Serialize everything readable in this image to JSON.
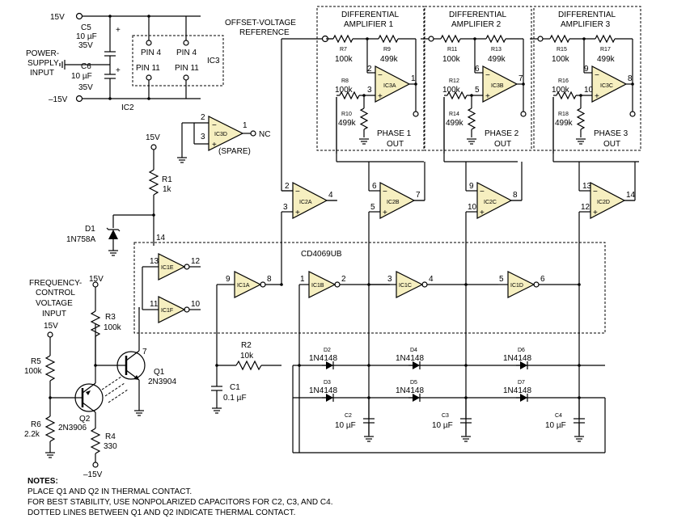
{
  "supply": {
    "pos": "15V",
    "neg": "–15V",
    "c5": "C5",
    "c5v": "10 µF",
    "c5r": "35V",
    "c6": "C6",
    "c6v": "10 µF",
    "c6r": "35V",
    "input_label_1": "POWER-",
    "input_label_2": "SUPPLY",
    "input_label_3": "INPUT",
    "ic2": "IC2",
    "ic3": "IC3",
    "pin4a": "PIN 4",
    "pin4b": "PIN 4",
    "pin11a": "PIN 11",
    "pin11b": "PIN 11"
  },
  "spare": {
    "name": "IC3D",
    "label": "(SPARE)",
    "nc": "NC",
    "p1": "1",
    "p2": "2",
    "p3": "3"
  },
  "offset": {
    "line1": "OFFSET-VOLTAGE",
    "line2": "REFERENCE"
  },
  "amps": [
    {
      "title1": "DIFFERENTIAL",
      "title2": "AMPLIFIER 1",
      "ic": "IC3A",
      "ra": "R7",
      "rav": "100k",
      "rb": "R9",
      "rbv": "499k",
      "rc": "R8",
      "rcv": "100k",
      "rd": "R10",
      "rdv": "499k",
      "pin_in_n": "2",
      "pin_in_p": "3",
      "pin_out": "1",
      "phase1": "PHASE 1",
      "phase2": "OUT"
    },
    {
      "title1": "DIFFERENTIAL",
      "title2": "AMPLIFIER 2",
      "ic": "IC3B",
      "ra": "R11",
      "rav": "100k",
      "rb": "R13",
      "rbv": "499k",
      "rc": "R12",
      "rcv": "100k",
      "rd": "R14",
      "rdv": "499k",
      "pin_in_n": "6",
      "pin_in_p": "5",
      "pin_out": "7",
      "phase1": "PHASE 2",
      "phase2": "OUT"
    },
    {
      "title1": "DIFFERENTIAL",
      "title2": "AMPLIFIER 3",
      "ic": "IC3C",
      "ra": "R15",
      "rav": "100k",
      "rb": "R17",
      "rbv": "499k",
      "rc": "R16",
      "rcv": "100k",
      "rd": "R18",
      "rdv": "499k",
      "pin_in_n": "9",
      "pin_in_p": "10",
      "pin_out": "8",
      "phase1": "PHASE 3",
      "phase2": "OUT"
    }
  ],
  "buffers": [
    {
      "ic": "IC2A",
      "pn": "2",
      "pp": "3",
      "po": "4"
    },
    {
      "ic": "IC2B",
      "pn": "6",
      "pp": "5",
      "po": "7"
    },
    {
      "ic": "IC2C",
      "pn": "9",
      "pp": "10",
      "po": "8"
    },
    {
      "ic": "IC2D",
      "pn": "13",
      "pp": "12",
      "po": "14"
    }
  ],
  "hex": {
    "name": "CD4069UB",
    "pin14": "14",
    "ie": "IC1E",
    "ie_in": "13",
    "ie_out": "12",
    "if": "IC1F",
    "if_in": "11",
    "if_out": "10",
    "ia": "IC1A",
    "ia_in": "9",
    "ia_out": "8",
    "ib": "IC1B",
    "ib_in": "1",
    "ib_out": "2",
    "ic": "IC1C",
    "ic_in": "3",
    "ic_out": "4",
    "id": "IC1D",
    "id_in": "5",
    "id_out": "6"
  },
  "zener": {
    "v": "15V",
    "r1": "R1",
    "r1v": "1k",
    "d1": "D1",
    "d1v": "1N758A"
  },
  "fcv": {
    "l1": "FREQUENCY-",
    "l2": "CONTROL",
    "l3": "VOLTAGE",
    "l4": "INPUT",
    "v": "15V",
    "v2": "15V",
    "r5": "R5",
    "r5v": "100k",
    "r6": "R6",
    "r6v": "2.2k",
    "r3": "R3",
    "r3v": "100k",
    "r4": "R4",
    "r4v": "330",
    "q1": "Q1",
    "q1v": "2N3904",
    "q1pin": "7",
    "q2": "Q2",
    "q2v": "2N3906",
    "vneg": "–15V"
  },
  "timing": {
    "r2": "R2",
    "r2v": "10k",
    "c1": "C1",
    "c1v": "0.1 µF"
  },
  "diodes": [
    {
      "d": "D2",
      "v": "1N4148"
    },
    {
      "d": "D3",
      "v": "1N4148"
    },
    {
      "d": "D4",
      "v": "1N4148"
    },
    {
      "d": "D5",
      "v": "1N4148"
    },
    {
      "d": "D6",
      "v": "1N4148"
    },
    {
      "d": "D7",
      "v": "1N4148"
    }
  ],
  "caps": [
    {
      "c": "C2",
      "v": "10 µF"
    },
    {
      "c": "C3",
      "v": "10 µF"
    },
    {
      "c": "C4",
      "v": "10 µF"
    }
  ],
  "notes": {
    "title": "NOTES:",
    "n1": "PLACE Q1 AND Q2 IN THERMAL CONTACT.",
    "n2": "FOR BEST STABILITY, USE NONPOLARIZED CAPACITORS FOR C2, C3, AND C4.",
    "n3": "DOTTED LINES BETWEEN Q1 AND Q2 INDICATE THERMAL CONTACT."
  }
}
